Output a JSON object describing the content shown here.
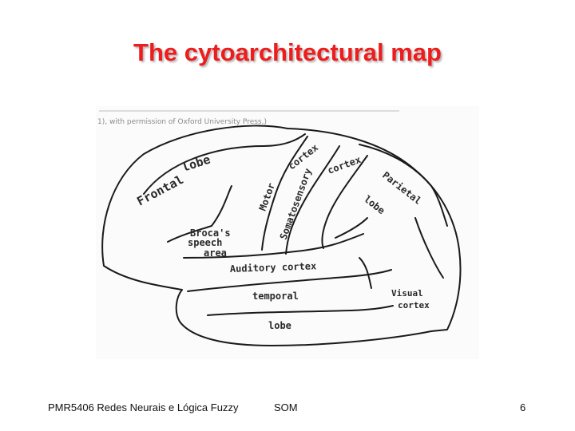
{
  "slide": {
    "title": "The cytoarchitectural map"
  },
  "figure": {
    "caption_line1": "1), with permission of Oxford University Press.)",
    "labels": {
      "frontal_lobe_1": "Frontal",
      "frontal_lobe_2": "lobe",
      "motor_cortex_1": "Motor",
      "motor_cortex_2": "cortex",
      "somato_1": "Somatosensory",
      "somato_2": "cortex",
      "parietal_1": "Parietal",
      "parietal_2": "lobe",
      "broca_1": "Broca's",
      "broca_2": "speech",
      "broca_3": "area",
      "auditory": "Auditory cortex",
      "temporal": "temporal",
      "temporal_lobe": "lobe",
      "visual_1": "Visual",
      "visual_2": "cortex"
    }
  },
  "footer": {
    "course": "PMR5406 Redes Neurais e Lógica Fuzzy",
    "topic": "SOM",
    "page_number": "6"
  }
}
